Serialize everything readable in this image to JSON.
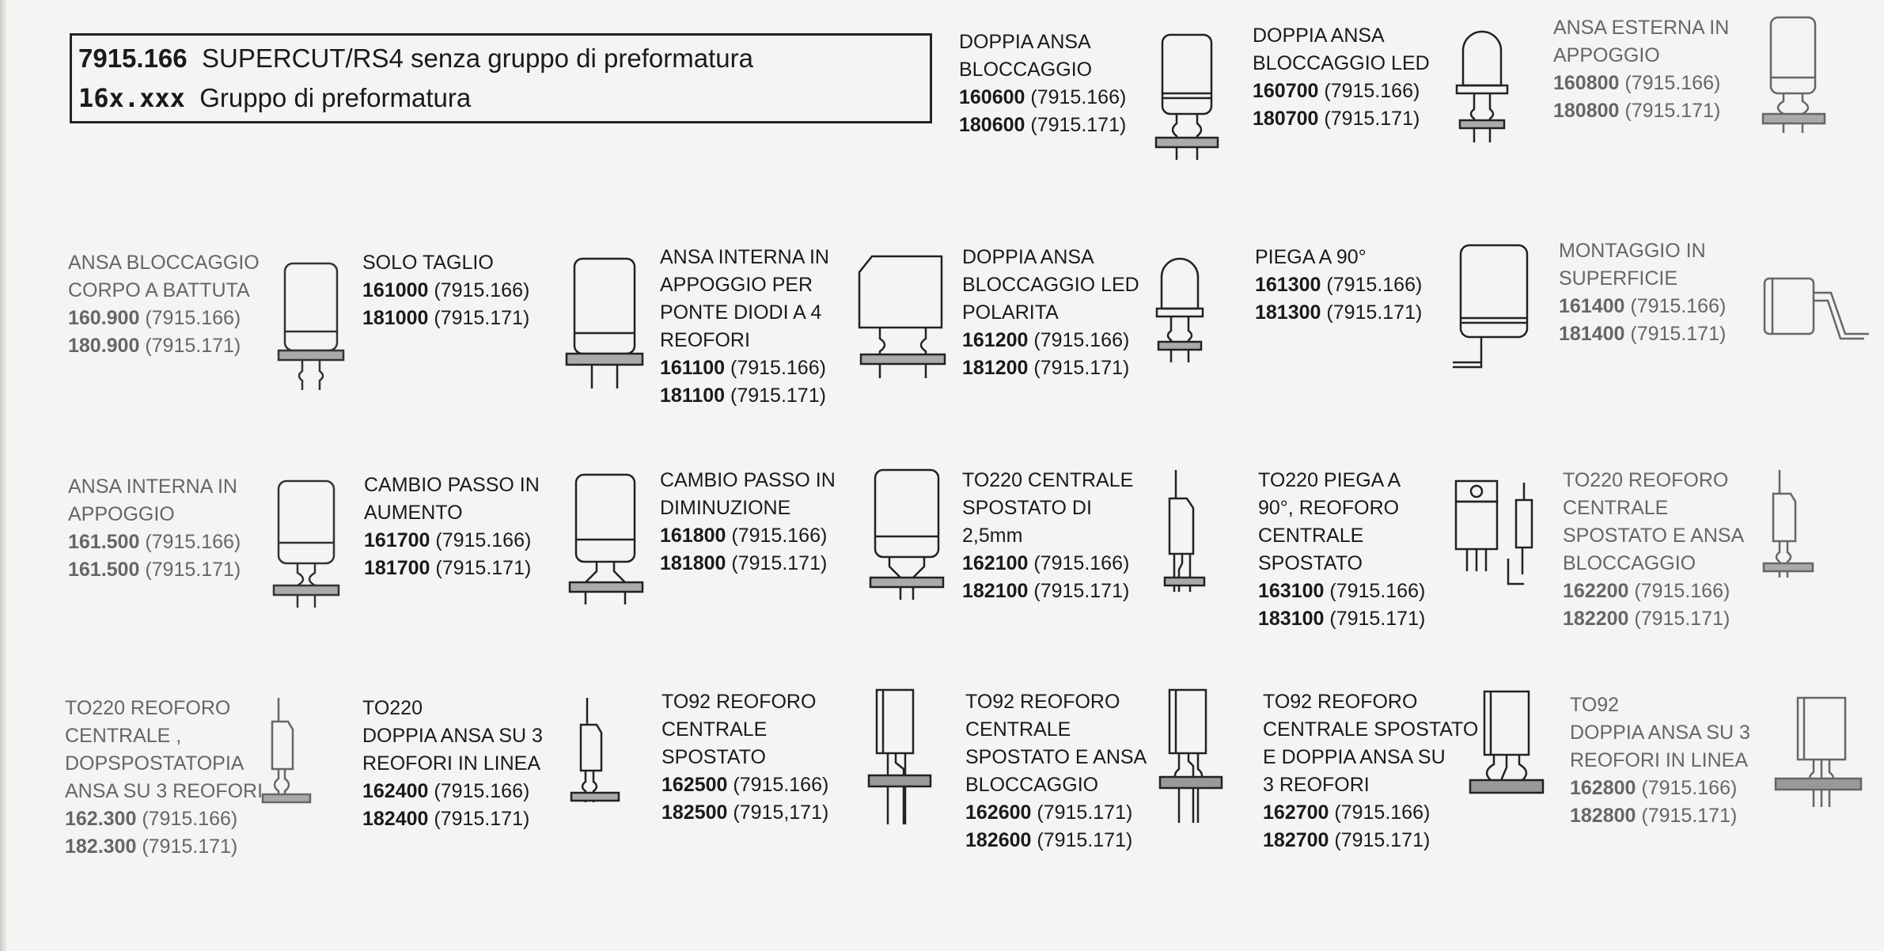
{
  "header": {
    "line1_code": "7915.166",
    "line1_text": "SUPERCUT/RS4 senza gruppo di preformatura",
    "line2_code": "16x.xxx",
    "line2_text": "Gruppo di preformatura"
  },
  "items": [
    {
      "title": [
        "DOPPIA ANSA",
        "BLOCCAGGIO"
      ],
      "codes": [
        {
          "code": "160600",
          "machine": "(7915.166)"
        },
        {
          "code": "180600",
          "machine": "(7915.171)"
        }
      ],
      "icon": "capacitor-double-loop-icon"
    },
    {
      "title": [
        "DOPPIA ANSA",
        "BLOCCAGGIO LED"
      ],
      "codes": [
        {
          "code": "160700",
          "machine": "(7915.166)"
        },
        {
          "code": "180700",
          "machine": "(7915.171)"
        }
      ],
      "icon": "led-double-loop-icon"
    },
    {
      "title": [
        "ANSA ESTERNA IN",
        "APPOGGIO"
      ],
      "codes": [
        {
          "code": "160800",
          "machine": "(7915.166)"
        },
        {
          "code": "180800",
          "machine": "(7915.171)"
        }
      ],
      "icon": "capacitor-external-loop-icon"
    },
    {
      "title": [
        "ANSA BLOCCAGGIO",
        "CORPO A BATTUTA"
      ],
      "codes": [
        {
          "code": "160.900",
          "machine": "(7915.166)"
        },
        {
          "code": "180.900",
          "machine": "(7915.171)"
        }
      ],
      "icon": "capacitor-stop-loop-icon"
    },
    {
      "title": [
        "SOLO TAGLIO"
      ],
      "codes": [
        {
          "code": "161000",
          "machine": "(7915.166)"
        },
        {
          "code": "181000",
          "machine": "(7915.171)"
        }
      ],
      "icon": "capacitor-cut-only-icon"
    },
    {
      "title": [
        "ANSA INTERNA IN",
        "APPOGGIO PER",
        "PONTE DIODI A 4",
        "REOFORI"
      ],
      "codes": [
        {
          "code": "161100",
          "machine": "(7915.166)"
        },
        {
          "code": "181100",
          "machine": "(7915.171)"
        }
      ],
      "icon": "diode-bridge-icon"
    },
    {
      "title": [
        "DOPPIA ANSA",
        "BLOCCAGGIO LED",
        "POLARITA"
      ],
      "codes": [
        {
          "code": "161200",
          "machine": "(7915.166)"
        },
        {
          "code": "181200",
          "machine": "(7915.171)"
        }
      ],
      "icon": "led-polarity-icon"
    },
    {
      "title": [
        "PIEGA A 90°"
      ],
      "codes": [
        {
          "code": "161300",
          "machine": "(7915.166)"
        },
        {
          "code": "181300",
          "machine": "(7915.171)"
        }
      ],
      "icon": "capacitor-bend-90-icon"
    },
    {
      "title": [
        "MONTAGGIO IN",
        "SUPERFICIE"
      ],
      "codes": [
        {
          "code": "161400",
          "machine": "(7915.166)"
        },
        {
          "code": "181400",
          "machine": "(7915.171)"
        }
      ],
      "icon": "surface-mount-icon"
    },
    {
      "title": [
        "ANSA INTERNA IN",
        "APPOGGIO"
      ],
      "codes": [
        {
          "code": "161.500",
          "machine": "(7915.166)"
        },
        {
          "code": "161.500",
          "machine": "(7915.171)"
        }
      ],
      "icon": "capacitor-internal-loop-icon"
    },
    {
      "title": [
        "CAMBIO  PASSO  IN",
        "AUMENTO"
      ],
      "codes": [
        {
          "code": "161700",
          "machine": "(7915.166)"
        },
        {
          "code": "181700",
          "machine": "(7915.171)"
        }
      ],
      "icon": "capacitor-pitch-increase-icon"
    },
    {
      "title": [
        "CAMBIO PASSO IN",
        "DIMINUZIONE"
      ],
      "codes": [
        {
          "code": "161800",
          "machine": "(7915.166)"
        },
        {
          "code": "181800",
          "machine": "(7915.171)"
        }
      ],
      "icon": "capacitor-pitch-decrease-icon"
    },
    {
      "title": [
        "TO220 CENTRALE",
        "SPOSTATO DI",
        "2,5mm"
      ],
      "codes": [
        {
          "code": "162100",
          "machine": "(7915.166)"
        },
        {
          "code": "182100",
          "machine": "(7915.171)"
        }
      ],
      "icon": "to220-offset-icon"
    },
    {
      "title": [
        "TO220 PIEGA A",
        "90°, REOFORO",
        "CENTRALE",
        "SPOSTATO"
      ],
      "codes": [
        {
          "code": "163100",
          "machine": "(7915.166)"
        },
        {
          "code": "183100",
          "machine": "(7915.171)"
        }
      ],
      "icon": "to220-bend-icon"
    },
    {
      "title": [
        "TO220  REOFORO",
        "CENTRALE",
        "SPOSTATO E ANSA",
        "BLOCCAGGIO"
      ],
      "codes": [
        {
          "code": "162200",
          "machine": "(7915.166)"
        },
        {
          "code": "182200",
          "machine": "(7915.171)"
        }
      ],
      "icon": "to220-offset-loop-icon"
    },
    {
      "title": [
        "TO220 REOFORO",
        "CENTRALE ,",
        "DOPSPOSTATOPIA",
        "ANSA SU 3 REOFORI"
      ],
      "codes": [
        {
          "code": "162.300",
          "machine": "(7915.166)"
        },
        {
          "code": "182.300",
          "machine": "(7915.171)"
        }
      ],
      "icon": "to220-3lead-loop-icon"
    },
    {
      "title": [
        "TO220",
        "DOPPIA  ANSA  SU 3",
        "REOFORI IN LINEA"
      ],
      "codes": [
        {
          "code": "162400",
          "machine": "(7915.166)"
        },
        {
          "code": "182400",
          "machine": "(7915.171)"
        }
      ],
      "icon": "to220-inline-loop-icon"
    },
    {
      "title": [
        "TO92 REOFORO",
        "CENTRALE",
        "SPOSTATO"
      ],
      "codes": [
        {
          "code": "162500",
          "machine": "(7915.166)"
        },
        {
          "code": "182500",
          "machine": "(7915,171)"
        }
      ],
      "icon": "to92-offset-icon"
    },
    {
      "title": [
        "TO92 REOFORO",
        "CENTRALE",
        "SPOSTATO E ANSA",
        "BLOCCAGGIO"
      ],
      "codes": [
        {
          "code": "162600",
          "machine": "(7915.171)"
        },
        {
          "code": "182600",
          "machine": "(7915.171)"
        }
      ],
      "icon": "to92-offset-loop-icon"
    },
    {
      "title": [
        "TO92 REOFORO",
        "CENTRALE SPOSTATO",
        "E DOPPIA ANSA SU",
        "3 REOFORI"
      ],
      "codes": [
        {
          "code": "162700",
          "machine": "(7915.166)"
        },
        {
          "code": "182700",
          "machine": "(7915.171)"
        }
      ],
      "icon": "to92-double-loop-icon"
    },
    {
      "title": [
        "TO92",
        "DOPPIA ANSA SU 3",
        "REOFORI IN LINEA"
      ],
      "codes": [
        {
          "code": "162800",
          "machine": "(7915.166)"
        },
        {
          "code": "182800",
          "machine": "(7915.171)"
        }
      ],
      "icon": "to92-inline-loop-icon"
    }
  ]
}
